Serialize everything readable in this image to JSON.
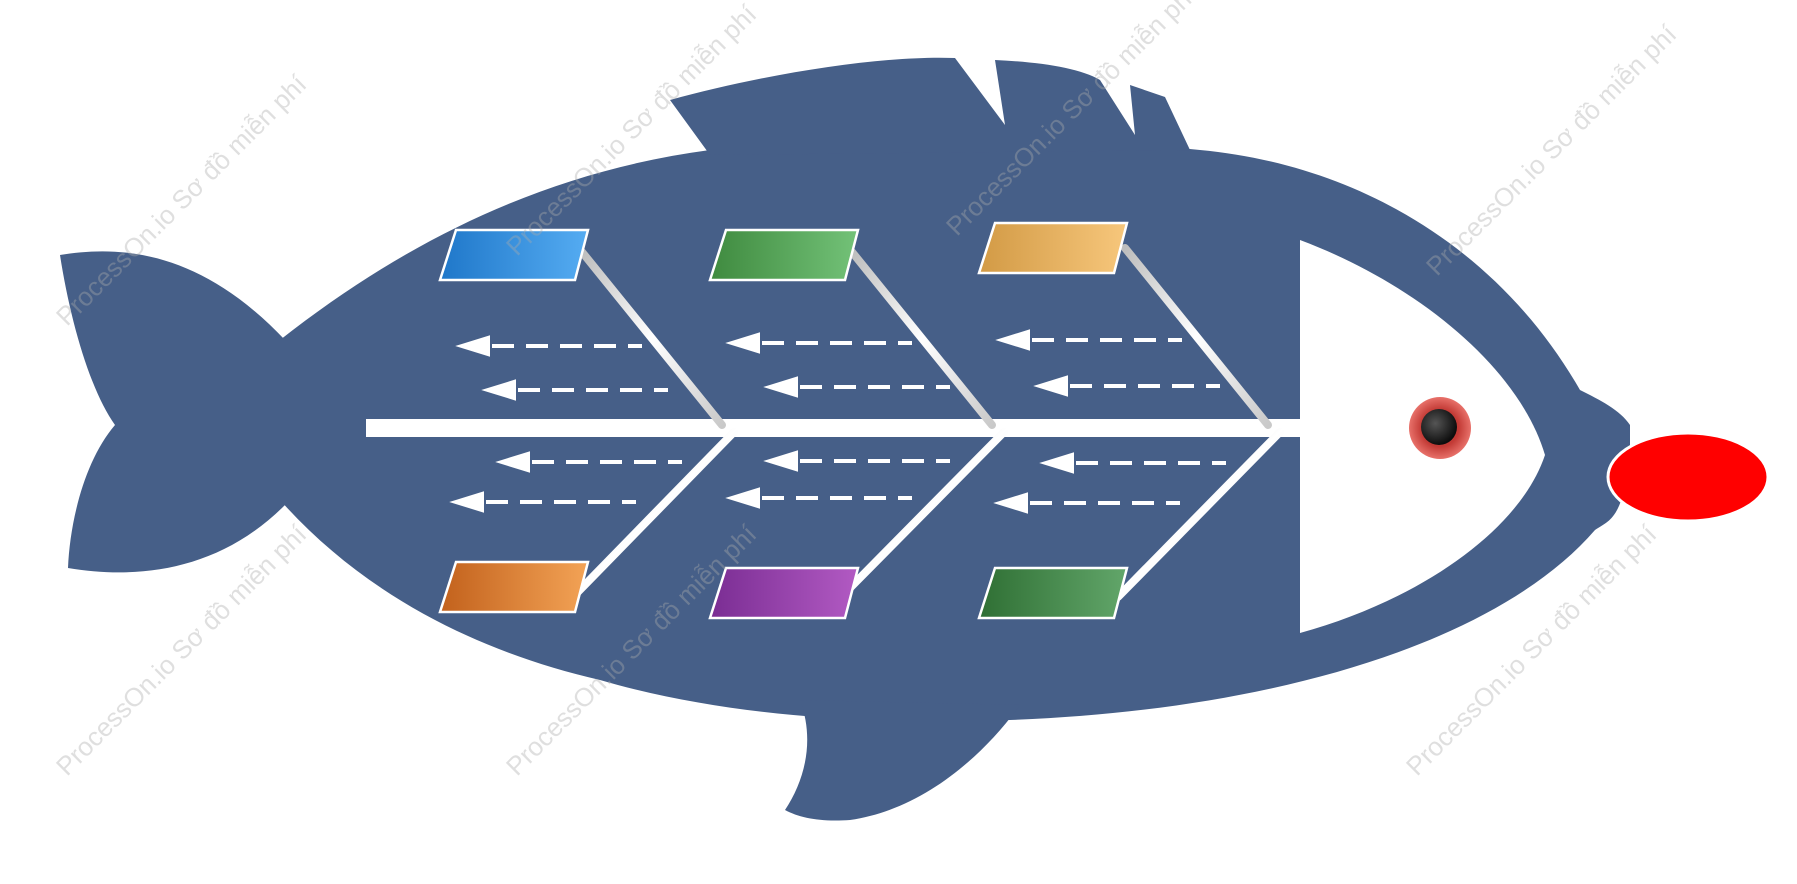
{
  "diagram": {
    "type": "fishbone",
    "colors": {
      "body": "#465f88",
      "head_window": "#ffffff",
      "spine": "#ffffff",
      "bone": "#d9d9d9",
      "eye_outer": "#d9463f",
      "eye_inner": "#1e1e1e",
      "mouth": "#ff0000"
    },
    "categories": [
      {
        "id": "top-1",
        "color_start": "#1f77c9",
        "color_end": "#55acf2"
      },
      {
        "id": "top-2",
        "color_start": "#3f8a3f",
        "color_end": "#73c278"
      },
      {
        "id": "top-3",
        "color_start": "#d29a45",
        "color_end": "#f7c77c"
      },
      {
        "id": "bottom-1",
        "color_start": "#c2611c",
        "color_end": "#f3a356"
      },
      {
        "id": "bottom-2",
        "color_start": "#7a2d93",
        "color_end": "#b25ac3"
      },
      {
        "id": "bottom-3",
        "color_start": "#2f6f34",
        "color_end": "#62a66a"
      }
    ],
    "sub_cause_arrows_per_branch": 2,
    "watermark": "ProcessOn.io Sơ đồ miễn phí"
  }
}
